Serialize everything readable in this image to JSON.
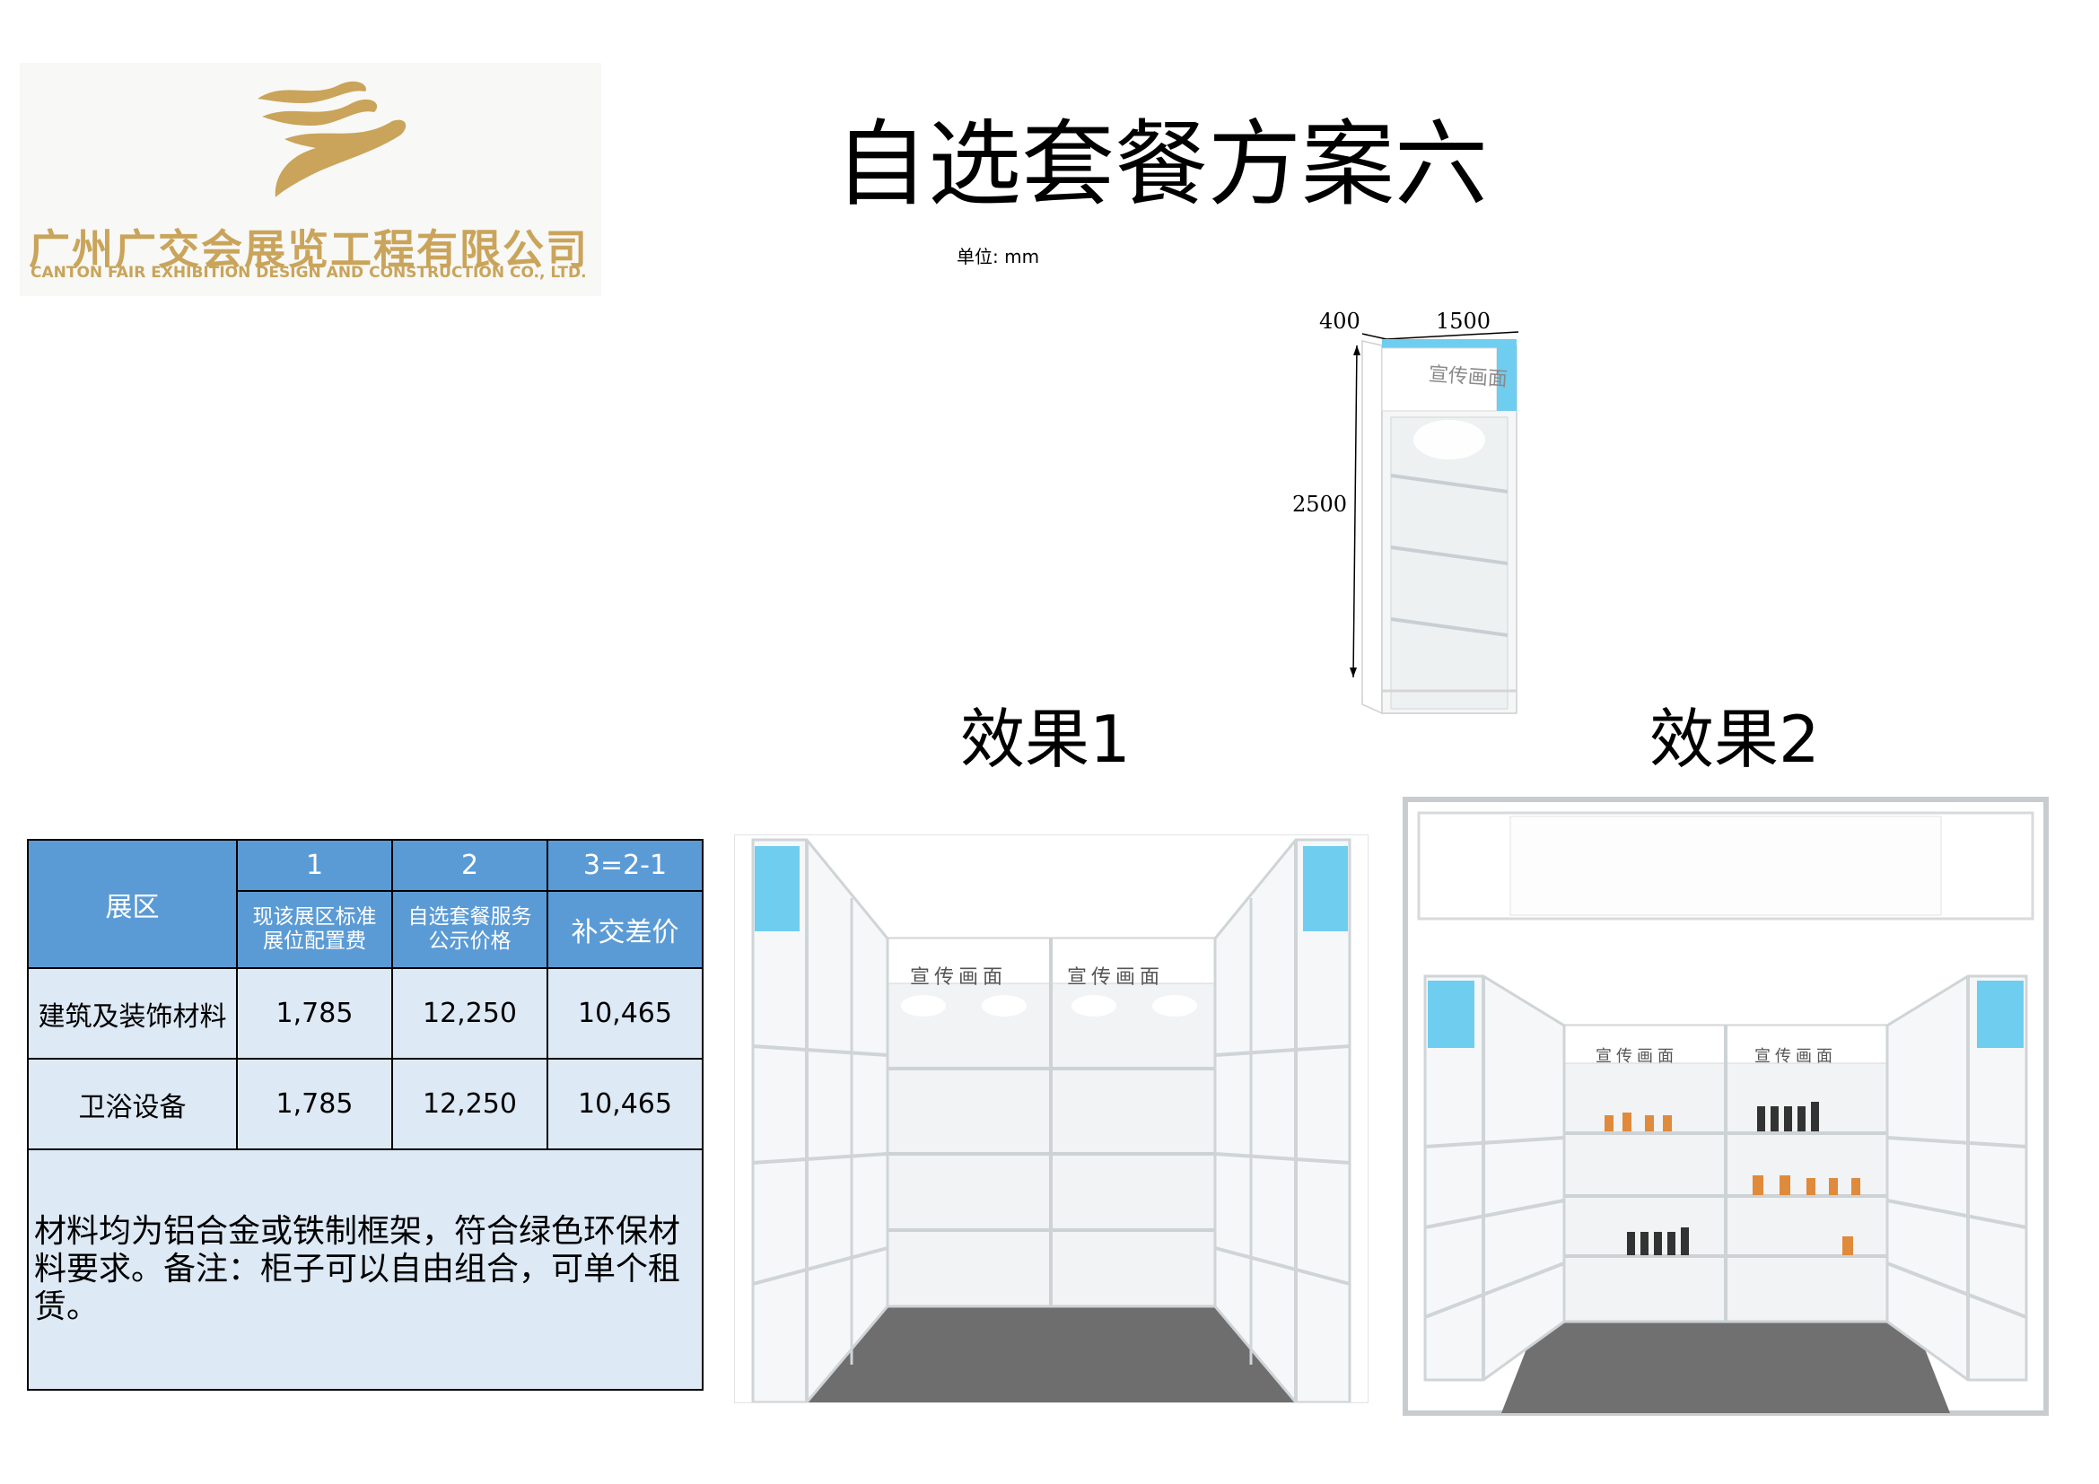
{
  "logo": {
    "company_cn": "广州广交会展览工程有限公司",
    "company_en": "CANTON FAIR EXHIBITION DESIGN AND CONSTRUCTION CO., LTD.",
    "brand_color": "#c9a45a"
  },
  "page_title": "自选套餐方案六",
  "unit_label": "单位: mm",
  "cabinet": {
    "depth": "400",
    "width": "1500",
    "height": "2500",
    "panel_text": "宣传画面",
    "accent_color": "#6fcdef"
  },
  "effects": [
    {
      "title": "效果1"
    },
    {
      "title": "效果2"
    }
  ],
  "table": {
    "zone_header": "展区",
    "col_numbers": [
      "1",
      "2",
      "3=2-1"
    ],
    "col_titles": [
      "现该展区标准\n展位配置费",
      "自选套餐服务\n公示价格",
      "补交差价"
    ],
    "rows": [
      {
        "zone": "建筑及装饰材料",
        "values": [
          "1,785",
          "12,250",
          "10,465"
        ]
      },
      {
        "zone": "卫浴设备",
        "values": [
          "1,785",
          "12,250",
          "10,465"
        ]
      }
    ],
    "note": "材料均为铝合金或铁制框架，符合绿色环保材料要求。备注：柜子可以自由组合，可单个租赁。",
    "header_color": "#5b9bd5",
    "body_color": "#dde9f5"
  }
}
